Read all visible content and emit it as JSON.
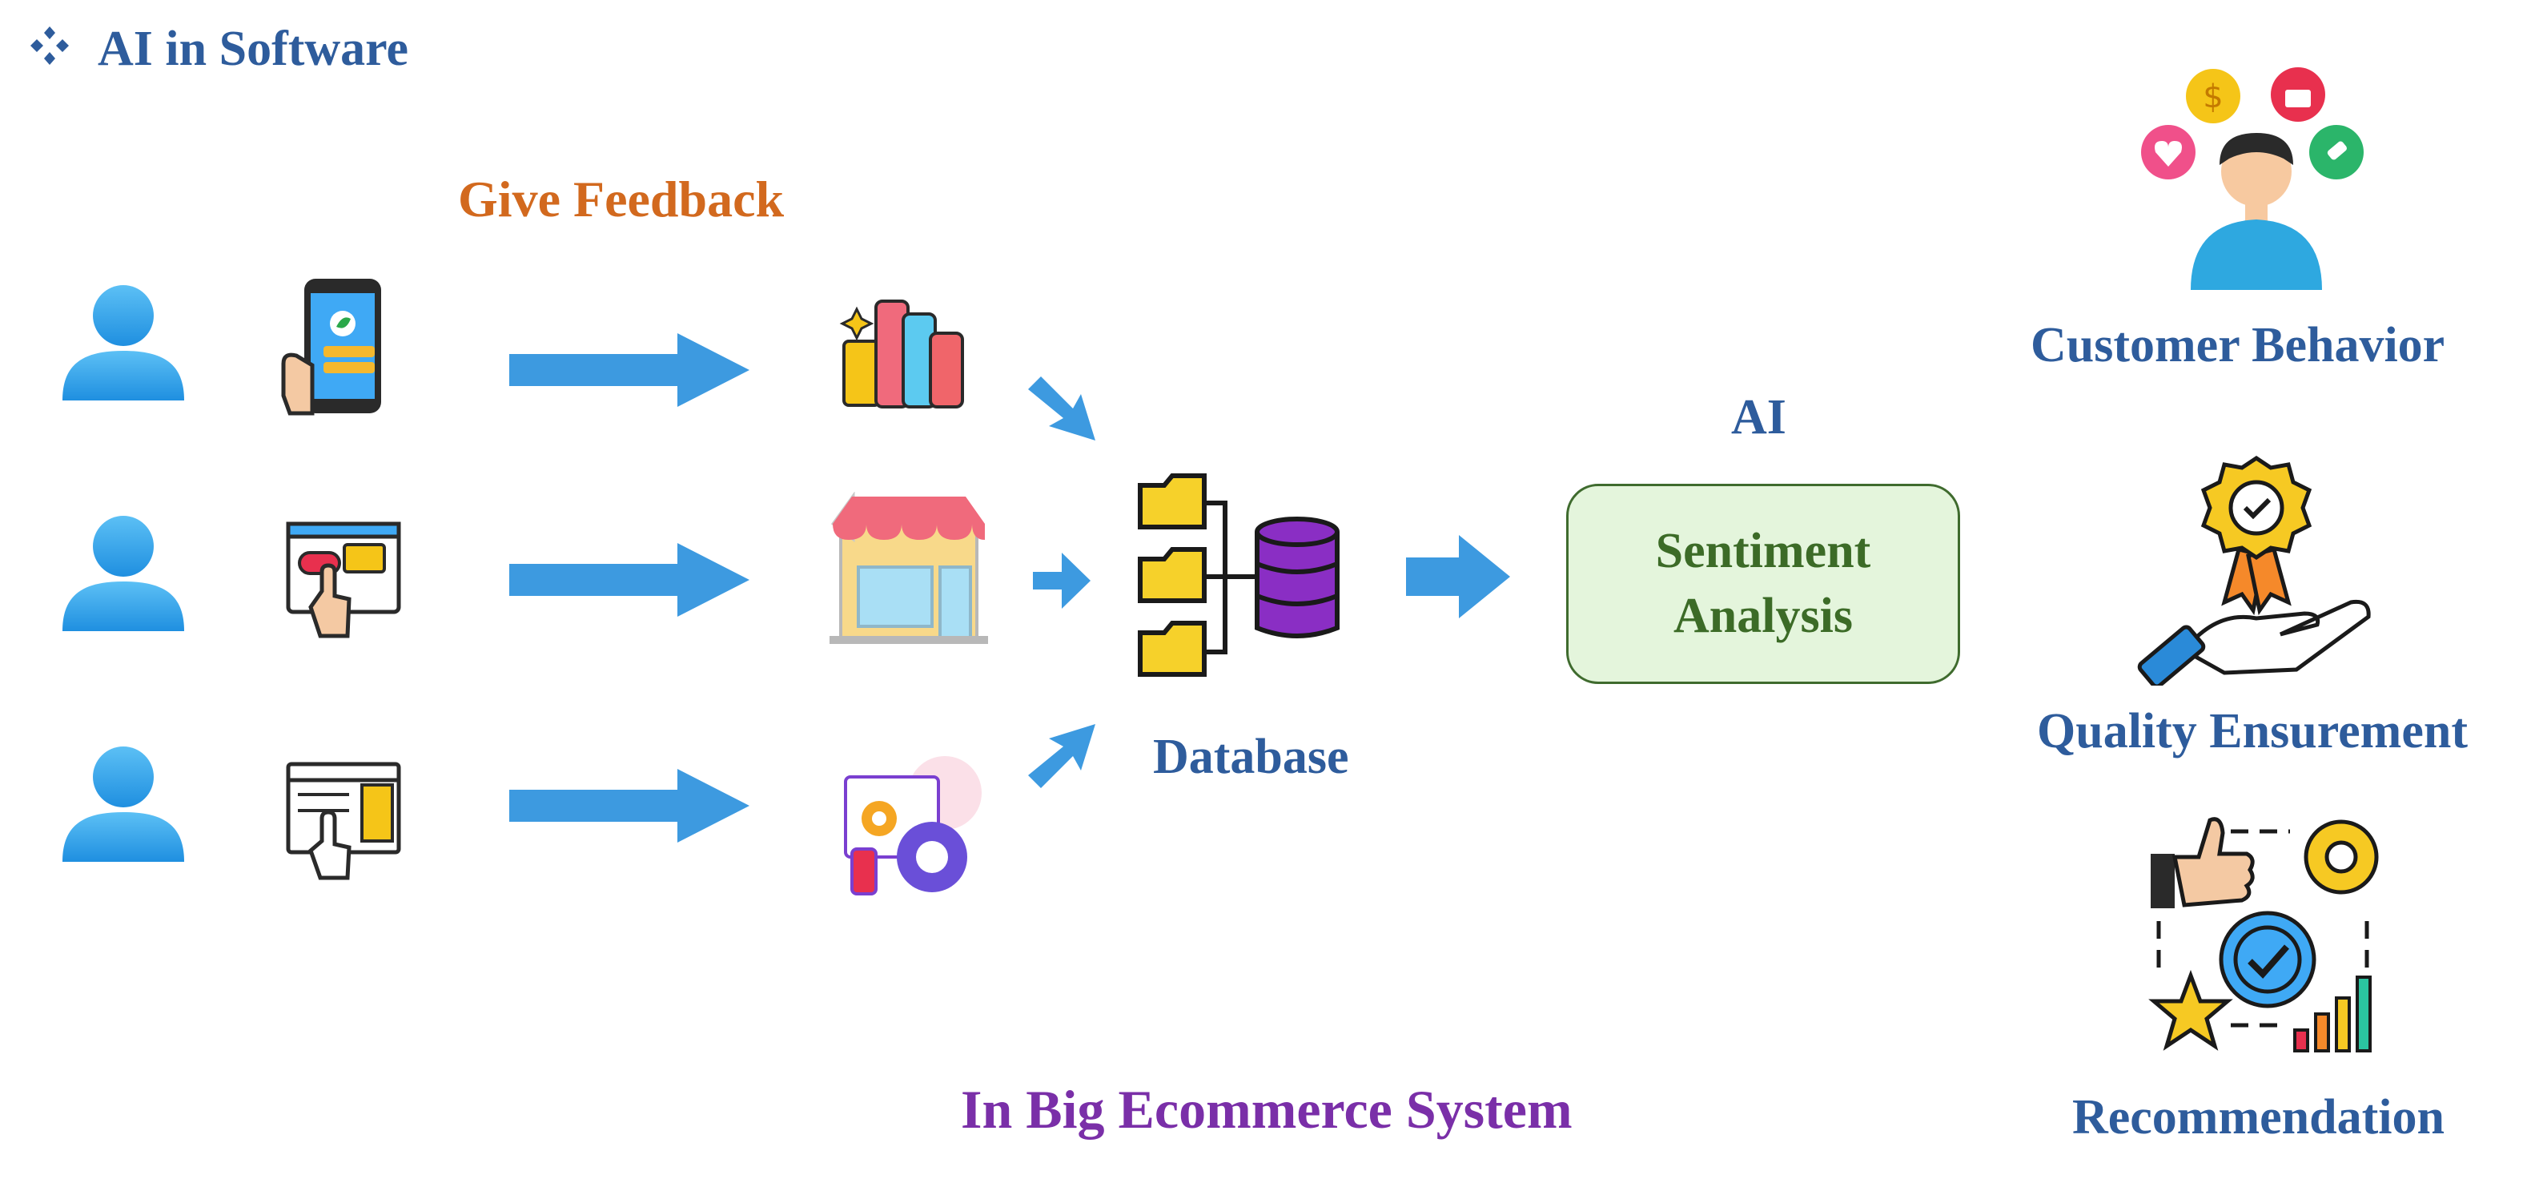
{
  "title": "AI in Software",
  "bullet_icon": "diamond-bullet-icon",
  "give_feedback": "Give Feedback",
  "ai_label": "AI",
  "sentiment_box": {
    "line1": "Sentiment",
    "line2": "Analysis"
  },
  "database_label": "Database",
  "bottom_title": "In Big Ecommerce System",
  "right_items": [
    {
      "label": "Customer Behavior",
      "icon": "customer-behavior-icon"
    },
    {
      "label": "Quality Ensurement",
      "icon": "quality-hand-medal-icon"
    },
    {
      "label": "Recommendation",
      "icon": "recommendation-icon"
    }
  ],
  "rows": [
    {
      "user_icon": "user-icon",
      "device_icon": "phone-feedback-icon",
      "target_icon": "products-icon"
    },
    {
      "user_icon": "user-icon",
      "device_icon": "chat-click-icon",
      "target_icon": "storefront-icon"
    },
    {
      "user_icon": "user-icon",
      "device_icon": "web-form-click-icon",
      "target_icon": "settings-app-icon"
    }
  ],
  "colors": {
    "title_blue": "#2e5c9c",
    "feedback_orange": "#d2691e",
    "bottom_purple": "#7a2fa8",
    "arrow_blue": "#3d9ae0",
    "box_fill": "#e4f5dc",
    "box_text_green": "#3c6b27"
  }
}
